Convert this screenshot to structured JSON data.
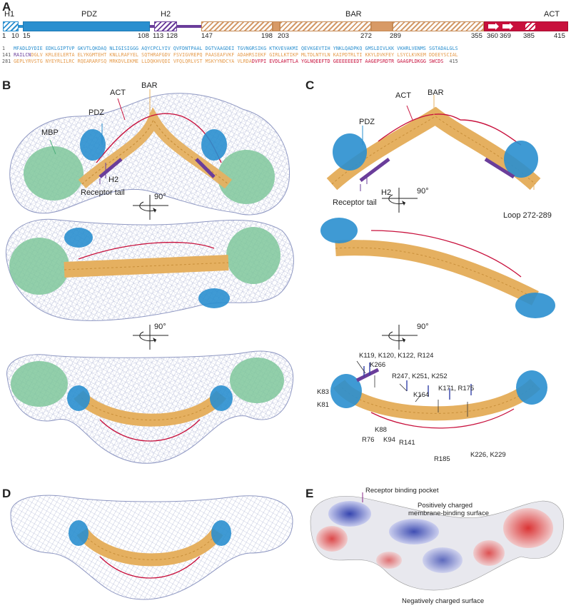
{
  "panels": {
    "a": "A",
    "b": "B",
    "c": "C",
    "d": "D",
    "e": "E"
  },
  "domain_map": {
    "labels": {
      "h1": "H1",
      "pdz": "PDZ",
      "h2": "H2",
      "bar": "BAR",
      "act": "ACT"
    },
    "positions": [
      "1",
      "10",
      "15",
      "108",
      "113",
      "128",
      "147",
      "198",
      "203",
      "272",
      "289",
      "355",
      "360",
      "369",
      "385",
      "415"
    ]
  },
  "sequence": [
    {
      "num": "1",
      "segments": [
        {
          "text": "MFADLDYDIE EDKLGIPTVP GKVTLQKDAQ NLIGISIGGG AQYCPCLYIV QVFDNTPAAL DGTVAAGDEI TGVNGRSIKG KTKVEVAKMI QEVKGEVTIH YNKLQADPKQ GMSLDIVLKK VKHRLVENMS SGTADALGLS",
          "color": "#2a8fcf"
        }
      ]
    },
    {
      "num": "141",
      "segments": [
        {
          "text": "RAILCN",
          "color": "#6a3d9a"
        },
        {
          "text": "DGLV KRLEELERTA ELYKGMTEHT KNLLRAFYEL SQTHRAFGDV FSVIGVREPQ PAASEAFVKF ADAHRSIEKF GIRLLKTIKP MLTDLNTYLN KAIPDTRLTI KKYLDVKFEY LSYCLKVKEM DDEEYSCIAL",
          "color": "#e59a4a"
        }
      ]
    },
    {
      "num": "281",
      "segments": [
        {
          "text": "GEPLYRVSTG NYEYRLILRC RQEARARFSQ MRKDVLEKME LLDQKHVQDI VFQLQRLVST MSKYYNDCYA VLRDA",
          "color": "#e59a4a"
        },
        {
          "text": "DVFPI EVDLAHTTLA YGLNQEEFTD GEEEEEEEDT AAGEPSRDTR GAAGPLDKGG SWCDS",
          "color": "#c8103c"
        }
      ]
    }
  ],
  "sequence_end": "415",
  "panel_b": {
    "labels": {
      "act": "ACT",
      "bar": "BAR",
      "pdz": "PDZ",
      "mbp": "MBP",
      "h2": "H2",
      "receptor_tail": "Receptor tail"
    },
    "rotation_labels": [
      "90°",
      "90°"
    ]
  },
  "panel_c": {
    "labels": {
      "act": "ACT",
      "bar": "BAR",
      "pdz": "PDZ",
      "h2": "H2",
      "receptor_tail": "Receptor tail",
      "loop": "Loop 272-289"
    },
    "rotation_labels": [
      "90°",
      "90°"
    ],
    "residues": [
      "K119, K120, K122, R124",
      "K266",
      "R247, K251, K252",
      "K83",
      "K81",
      "K164",
      "K171, R175",
      "K88",
      "R76",
      "K94",
      "R141",
      "R185",
      "K226, K229"
    ]
  },
  "panel_e": {
    "labels": {
      "pocket": "Receptor binding pocket",
      "positive_1": "Positively charged",
      "positive_2": "membrane-binding surface",
      "negative": "Negatively charged surface"
    }
  },
  "colors": {
    "pdz": "#2a8fcf",
    "h2": "#6a3d9a",
    "bar": "#e5b060",
    "act": "#c8103c",
    "mbp": "#7fc79b",
    "mesh": "#9aa3c9"
  }
}
